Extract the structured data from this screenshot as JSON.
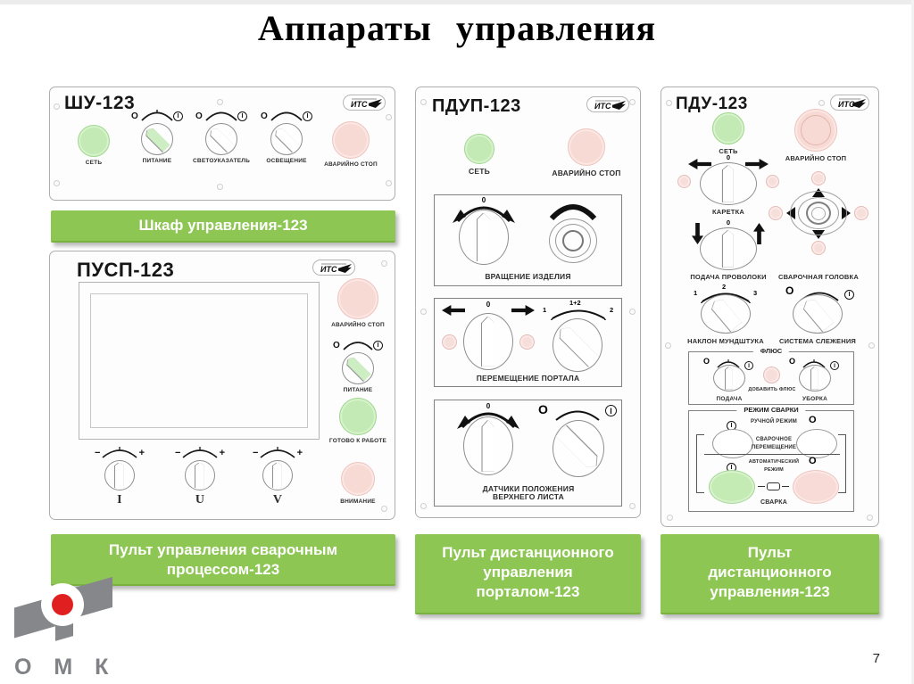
{
  "slide": {
    "title": "Аппараты управления",
    "page": "7"
  },
  "brand": {
    "its": "ИТС",
    "omk": "О М К"
  },
  "banners": {
    "b1": "Шкаф управления-123",
    "b2": "Пульт управления сварочным процессом-123",
    "b3": "Пульт дистанционного управления порталом-123",
    "b4": "Пульт дистанционного управления-123"
  },
  "marks": {
    "o": "О",
    "i": "I",
    "zero": "0",
    "minus": "−",
    "plus": "+",
    "one": "1",
    "two": "2",
    "three": "3",
    "one_plus_two": "1+2"
  },
  "shu": {
    "title": "ШУ-123",
    "set": "СЕТЬ",
    "pitanie": "ПИТАНИЕ",
    "svetoukazatel": "СВЕТОУКАЗАТЕЛЬ",
    "osveshchenie": "ОСВЕЩЕНИЕ",
    "avar": "АВАРИЙНО СТОП"
  },
  "pusp": {
    "title": "ПУСП-123",
    "avar": "АВАРИЙНО СТОП",
    "pitanie": "ПИТАНИЕ",
    "gotovo": "ГОТОВО К РАБОТЕ",
    "vnimanie": "ВНИМАНИЕ",
    "i": "I",
    "u": "U",
    "v": "V"
  },
  "pdup": {
    "title": "ПДУП-123",
    "set": "СЕТЬ",
    "avar": "АВАРИЙНО СТОП",
    "box1": "ВРАЩЕНИЕ ИЗДЕЛИЯ",
    "box2": "ПЕРЕМЕЩЕНИЕ ПОРТАЛА",
    "box3": "ДАТЧИКИ ПОЛОЖЕНИЯ ВЕРХНЕГО ЛИСТА"
  },
  "pdu": {
    "title": "ПДУ-123",
    "set": "СЕТЬ",
    "avar": "АВАРИЙНО СТОП",
    "karetka": "КАРЕТКА",
    "podacha_provoloki": "ПОДАЧА ПРОВОЛОКИ",
    "svar_golovka": "СВАРОЧНАЯ ГОЛОВКА",
    "naklon": "НАКЛОН МУНДШТУКА",
    "sistema": "СИСТЕМА СЛЕЖЕНИЯ",
    "flux": {
      "legend": "ФЛЮС",
      "podacha": "ПОДАЧА",
      "dobavit": "ДОБАВИТЬ ФЛЮС",
      "uborka": "УБОРКА"
    },
    "rezhim": {
      "legend": "РЕЖИМ СВАРКИ",
      "ruchnoy": "РУЧНОЙ РЕЖИМ",
      "peremesh": "СВАРОЧНОЕ ПЕРЕМЕЩЕНИЕ",
      "avto": "АВТОМАТИЧЕСКИЙ РЕЖИМ",
      "svarka": "СВАРКА"
    }
  },
  "colors": {
    "accent_green": "#8dc653",
    "button_green": "#c3eab4",
    "button_pink": "#f8dad5",
    "logo_gray": "#808285",
    "logo_red": "#e02020"
  }
}
